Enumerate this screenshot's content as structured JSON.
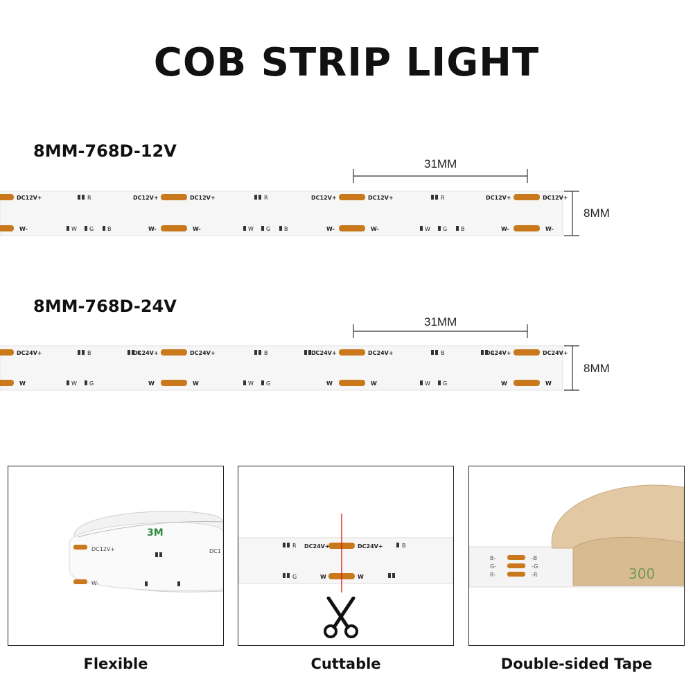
{
  "title": "COB STRIP LIGHT",
  "strip_12v": {
    "model": "8MM-768D-12V",
    "cut_length": "31MM",
    "width": "8MM",
    "pad_label_top": "DC12V+",
    "pad_label_bottom": "W-",
    "channel_labels_top": [
      "R"
    ],
    "channel_labels_bottom": [
      "W",
      "G",
      "B"
    ]
  },
  "strip_24v": {
    "model": "8MM-768D-24V",
    "cut_length": "31MM",
    "width": "8MM",
    "pad_label_top": "DC24V+",
    "pad_label_bottom": "W",
    "channel_labels_top": [
      "B",
      "R"
    ],
    "channel_labels_bottom": [
      "W",
      "G"
    ]
  },
  "features": [
    {
      "caption": "Flexible",
      "icon": "flexible-strip-photo"
    },
    {
      "caption": "Cuttable",
      "icon": "scissors-icon"
    },
    {
      "caption": "Double-sided Tape",
      "icon": "tape-photo"
    }
  ],
  "colors": {
    "pad": "#c9781c",
    "strip": "#f7f7f7",
    "cut_line": "#e01010",
    "tape": "#e3c9a3"
  }
}
